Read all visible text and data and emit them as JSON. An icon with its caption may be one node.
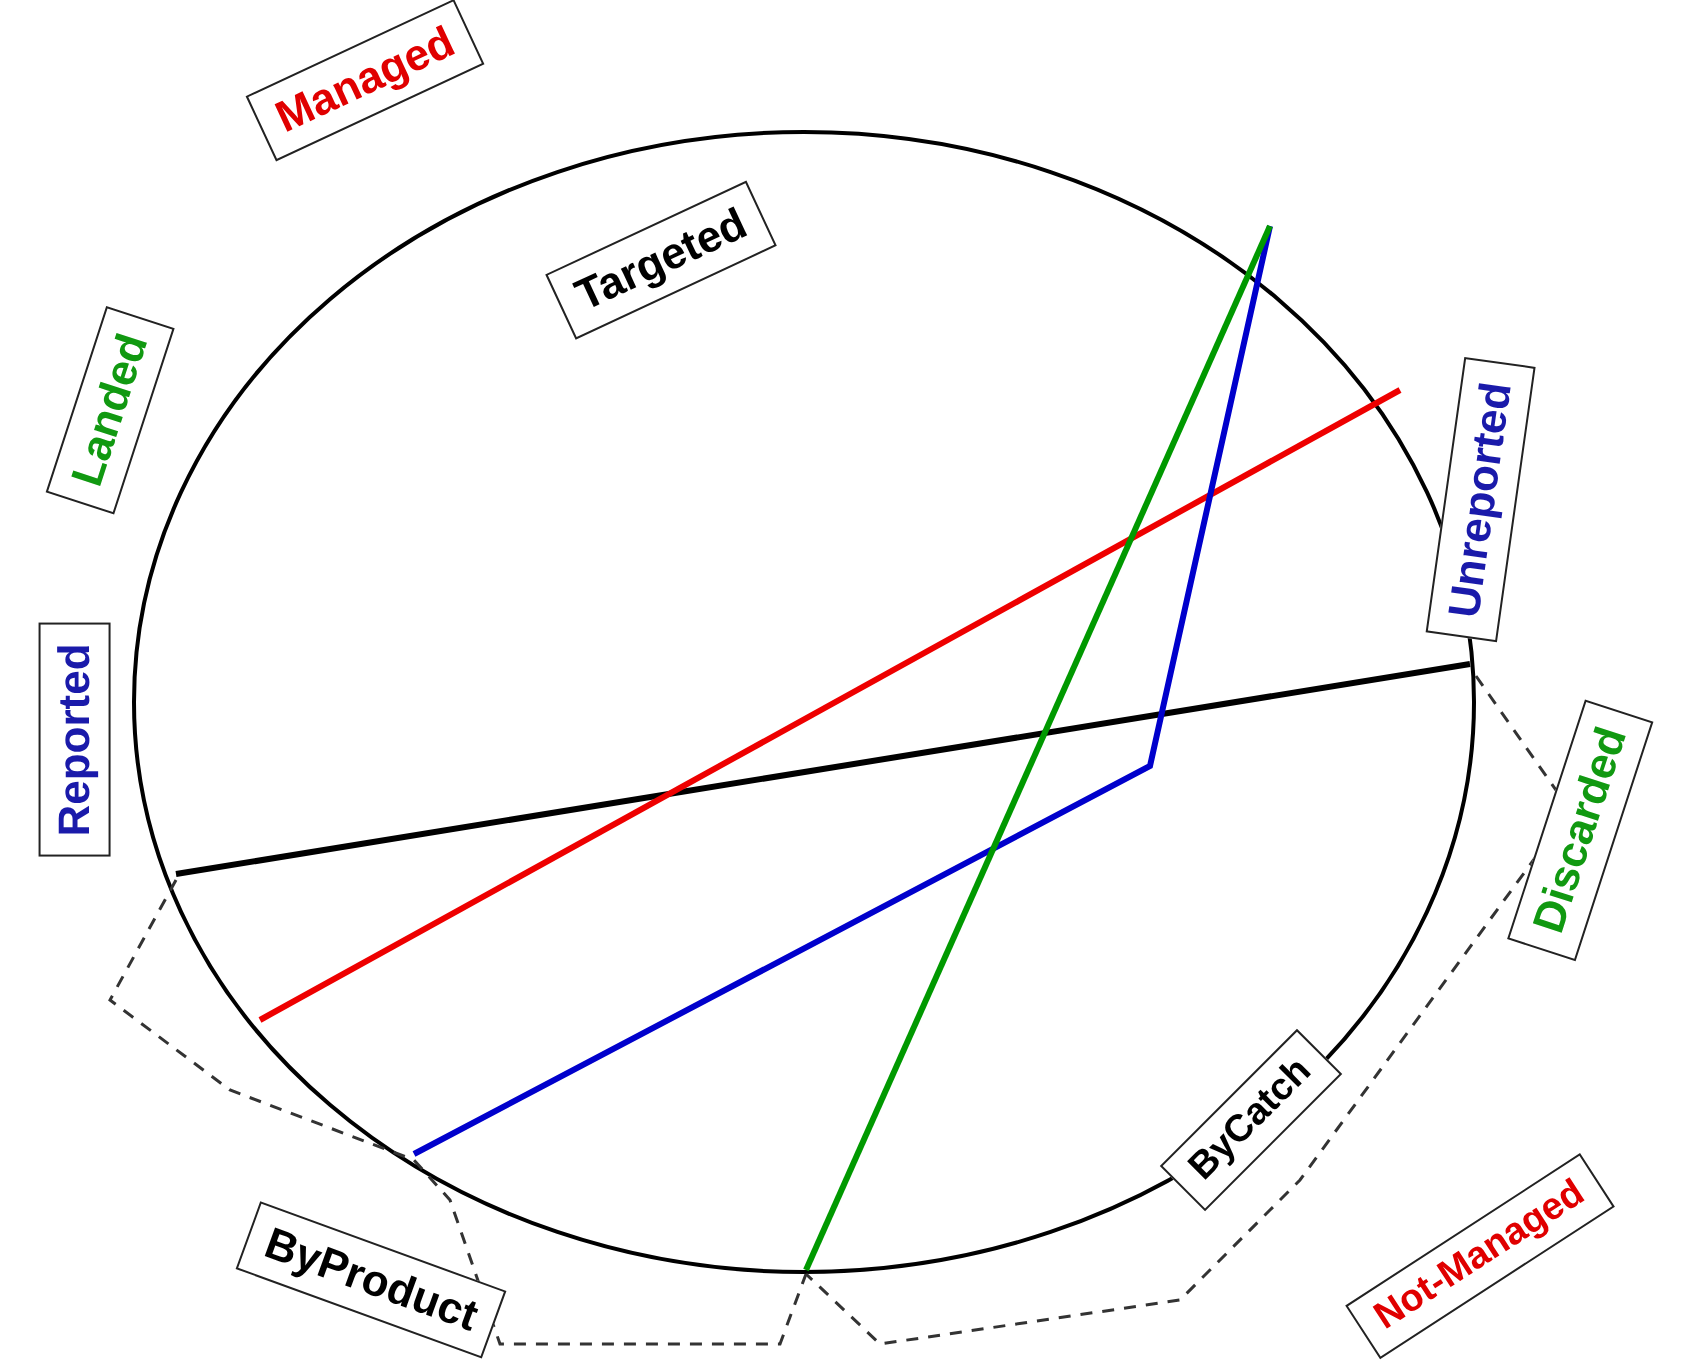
{
  "diagram": {
    "nodes": [
      {
        "text": [
          "Managed"
        ]
      },
      {
        "text": [
          "Targeted"
        ]
      },
      {
        "text": [
          "Landed"
        ]
      },
      {
        "text": [
          "Unreported"
        ]
      },
      {
        "text": [
          "Reported"
        ]
      },
      {
        "text": [
          "Discarded"
        ]
      },
      {
        "text": [
          "ByCatch"
        ]
      },
      {
        "text": [
          "Not-Managed"
        ]
      },
      {
        "text": [
          "ByProduct"
        ]
      }
    ]
  }
}
